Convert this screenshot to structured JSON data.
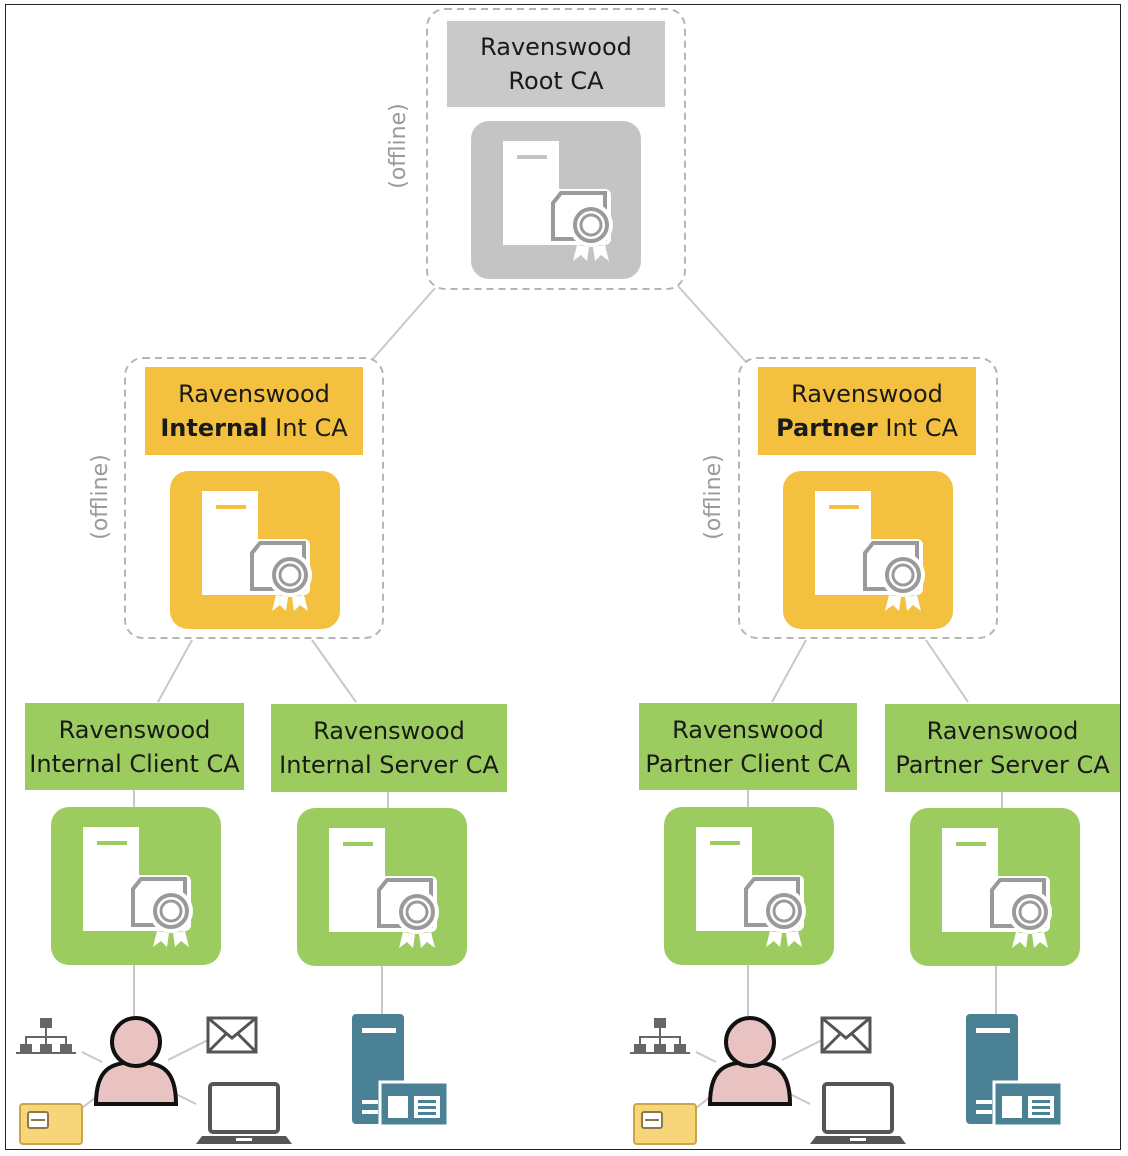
{
  "nodes": {
    "root": {
      "line1": "Ravenswood",
      "line2": "Root CA",
      "color": "#c9c9c9",
      "status": "(offline)"
    },
    "internal_int": {
      "line1": "Ravenswood",
      "line2_bold": "Internal",
      "line2_rest": " Int CA",
      "color": "#f3c13f",
      "status": "(offline)"
    },
    "partner_int": {
      "line1": "Ravenswood",
      "line2_bold": "Partner",
      "line2_rest": " Int CA",
      "color": "#f3c13f",
      "status": "(offline)"
    },
    "internal_client": {
      "line1": "Ravenswood",
      "line2": "Internal Client CA",
      "color": "#9ccc5f"
    },
    "internal_server": {
      "line1": "Ravenswood",
      "line2": "Internal Server CA",
      "color": "#9ccc5f"
    },
    "partner_client": {
      "line1": "Ravenswood",
      "line2": "Partner Client CA",
      "color": "#9ccc5f"
    },
    "partner_server": {
      "line1": "Ravenswood",
      "line2": "Partner Server CA",
      "color": "#9ccc5f"
    }
  },
  "icons": {
    "ca_server": "certificate-server-icon",
    "user": "user-icon",
    "network": "network-hierarchy-icon",
    "email": "email-envelope-icon",
    "laptop": "laptop-icon",
    "smartcard": "smart-card-icon",
    "server": "server-icon"
  },
  "colors": {
    "root_icon_bg": "#c4c4c4",
    "int_icon_bg": "#f3c13f",
    "issuing_icon_bg": "#9ccc5f",
    "server_blue": "#4a8194",
    "user_skin": "#e9c2c2",
    "smartcard": "#f7d67a",
    "connector": "#c8c8c8",
    "offline_border": "#b5b5b5"
  }
}
